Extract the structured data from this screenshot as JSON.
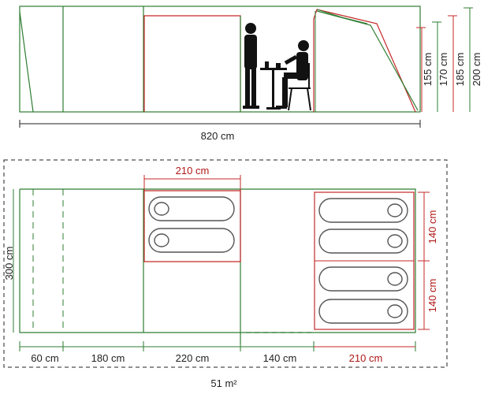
{
  "colors": {
    "outline": "#2e7d32",
    "accent": "#c62828",
    "dims": "#222222",
    "figure": "#111111"
  },
  "side_view": {
    "total_length": "820 cm",
    "heights": [
      "155 cm",
      "170 cm",
      "185 cm",
      "200 cm"
    ]
  },
  "plan_view": {
    "width": "300 cm",
    "bedroom_top_width": "210 cm",
    "bedroom_right_depths": [
      "140 cm",
      "140 cm"
    ],
    "segments": [
      "60 cm",
      "180 cm",
      "220 cm",
      "140 cm",
      "210 cm"
    ],
    "area": "51 m²"
  }
}
